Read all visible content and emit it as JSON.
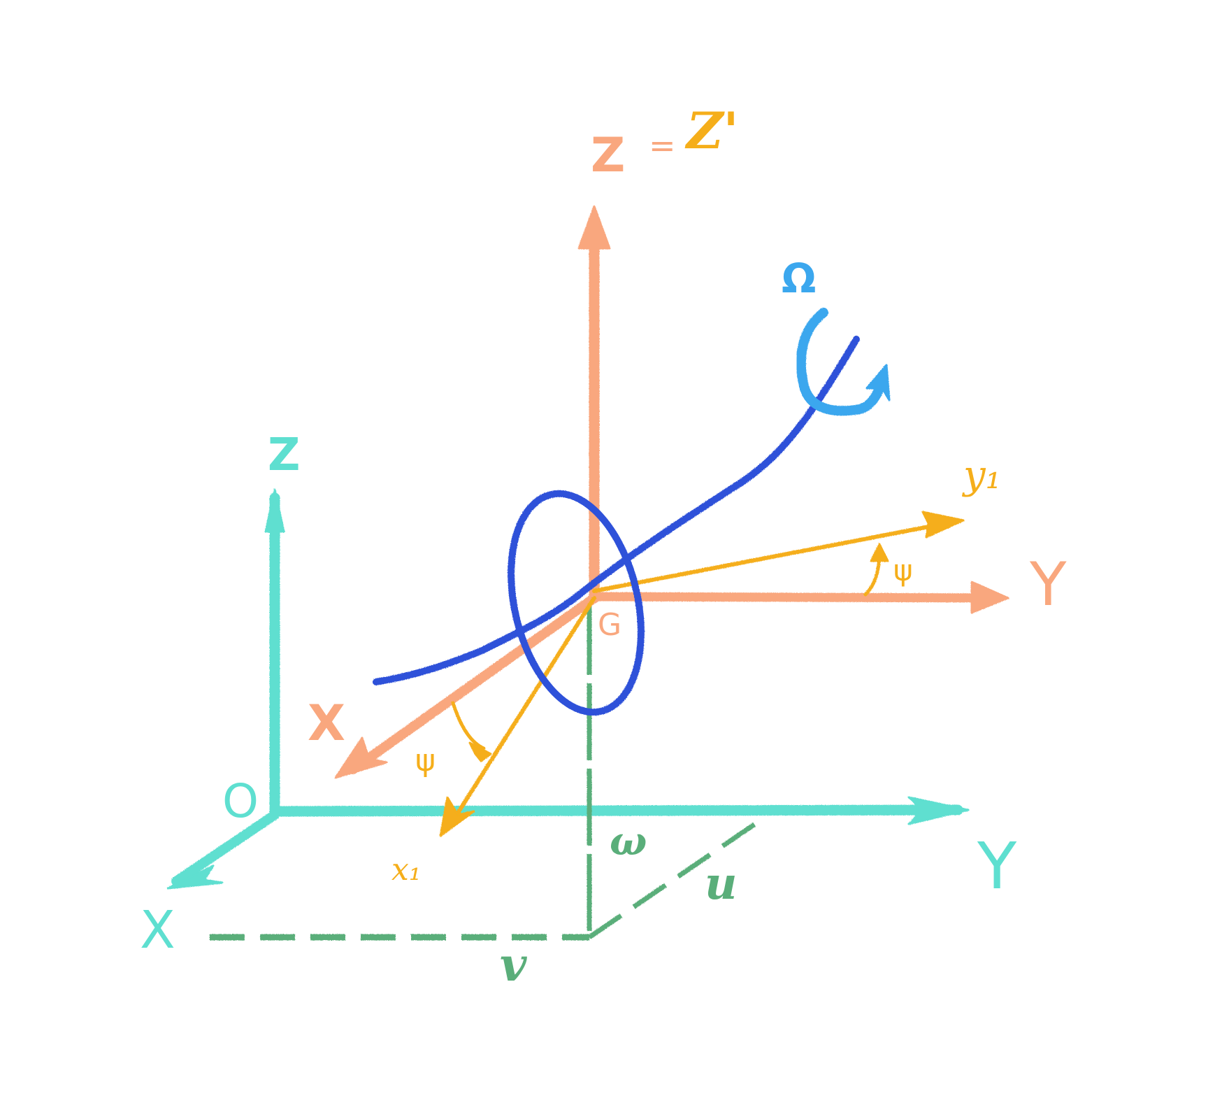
{
  "colors": {
    "fixed_frame": "#5EDFD0",
    "moving_frame": "#F9A77E",
    "rotated_frame": "#F5AE1A",
    "velocity": "#5AAE7A",
    "shaft": "#2F51D9",
    "spin": "#3BA7EE"
  },
  "labels": {
    "fixed_z": "Z",
    "fixed_x": "X",
    "fixed_y": "Y",
    "origin": "O",
    "moving_z": "Z",
    "moving_eq": "=",
    "moving_z1": "Z'",
    "moving_x": "X",
    "moving_y": "Y",
    "center": "G",
    "x1": "x₁",
    "y1": "y₁",
    "psi_bottom": "ψ",
    "psi_right": "ψ",
    "spin": "Ω",
    "w": "ω",
    "u": "u",
    "v": "v"
  }
}
